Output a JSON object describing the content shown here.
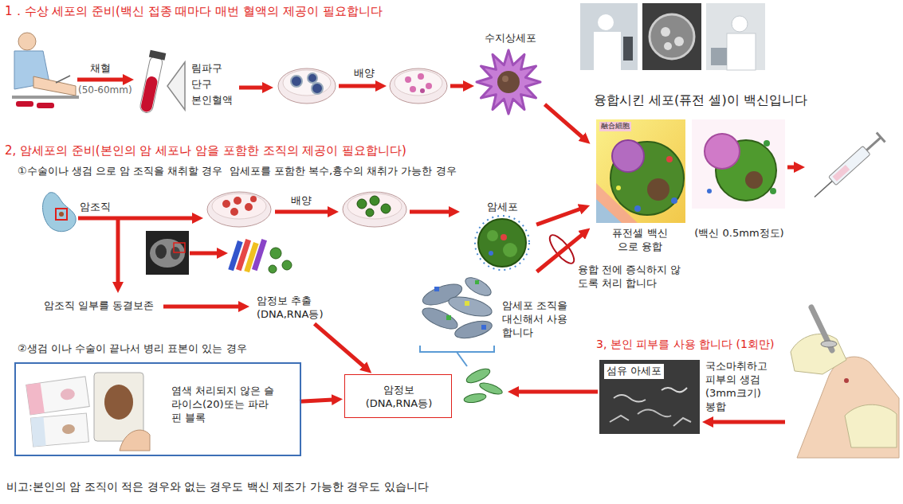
{
  "diagram": {
    "nodes": [
      {
        "text": [
          "수지상세포"
        ]
      },
      {
        "text": [
          "퓨전셀 백신 으로 융합"
        ]
      },
      {
        "text": [
          "(백신 0.5mm정도)"
        ]
      },
      {
        "text": [
          "암세포"
        ]
      },
      {
        "text": [
          "암정보 추출 (DNA,RNA등)"
        ]
      },
      {
        "text": [
          "염색 처리되지 않은 슬라이스(20)또는 파라핀 블록"
        ]
      },
      {
        "text": [
          "암정보 (DNA,RNA등)"
        ]
      },
      {
        "text": [
          "섬유 아세포"
        ]
      },
      {
        "text": [
          "암세포 조직을 대신해서 사용 합니다"
        ]
      }
    ],
    "edges": [
      {
        "from": 0,
        "to": 1,
        "arrow": "to"
      },
      {
        "from": 3,
        "to": 1,
        "arrow": "to"
      },
      {
        "from": 8,
        "to": 1,
        "arrow": "to"
      },
      {
        "from": 4,
        "to": 6,
        "arrow": "to"
      },
      {
        "from": 5,
        "to": 6,
        "arrow": "to"
      }
    ],
    "labels": [
      "1．수상 세포의 준비(백신 접종 때마다 매번 혈액의 제공이 필요합니다",
      "채혈",
      "(50-60mm)",
      "림파구",
      "단구",
      "본인혈액",
      "배양",
      "융합시킨 세포(퓨전 셀)이 백신입니다",
      "融合細胞",
      "2, 암세포의 준비(본인의 암 세포나 암을 포함한 조직의 제공이 필요합니다)",
      "①수술이나 생검 으로 암 조직을 채취할 경우  암세포를 포함한 복수,흉수의 채취가 가능한 경우",
      "암조직",
      "배양",
      "융합 전에 증식하지 않도록 처리 합니다",
      "암조직 일부를 동결보존",
      "②생검 이나 수술이 끝나서 병리 표본이 있는 경우",
      "3, 본인 피부를 사용 합니다 (1회만)",
      "국소마취하고 피부의 생검 (3mm크기) 봉합",
      "비고:본인의 암 조직이 적은 경우와 없는 경우도 백신 제조가 가능한 경우도 있습니다"
    ]
  }
}
